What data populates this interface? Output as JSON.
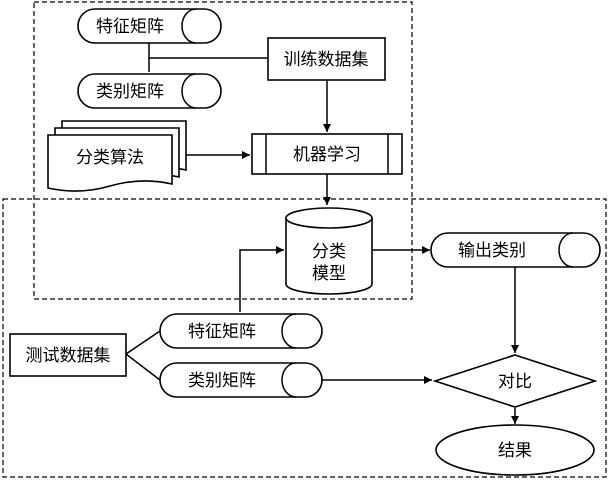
{
  "nodes": {
    "train_feature": "特征矩阵",
    "train_class": "类别矩阵",
    "training_set": "训练数据集",
    "algorithm": "分类算法",
    "ml": "机器学习",
    "model_line1": "分类",
    "model_line2": "模型",
    "output_class": "输出类别",
    "test_set": "测试数据集",
    "test_feature": "特征矩阵",
    "test_class": "类别矩阵",
    "compare": "对比",
    "result": "结果"
  }
}
